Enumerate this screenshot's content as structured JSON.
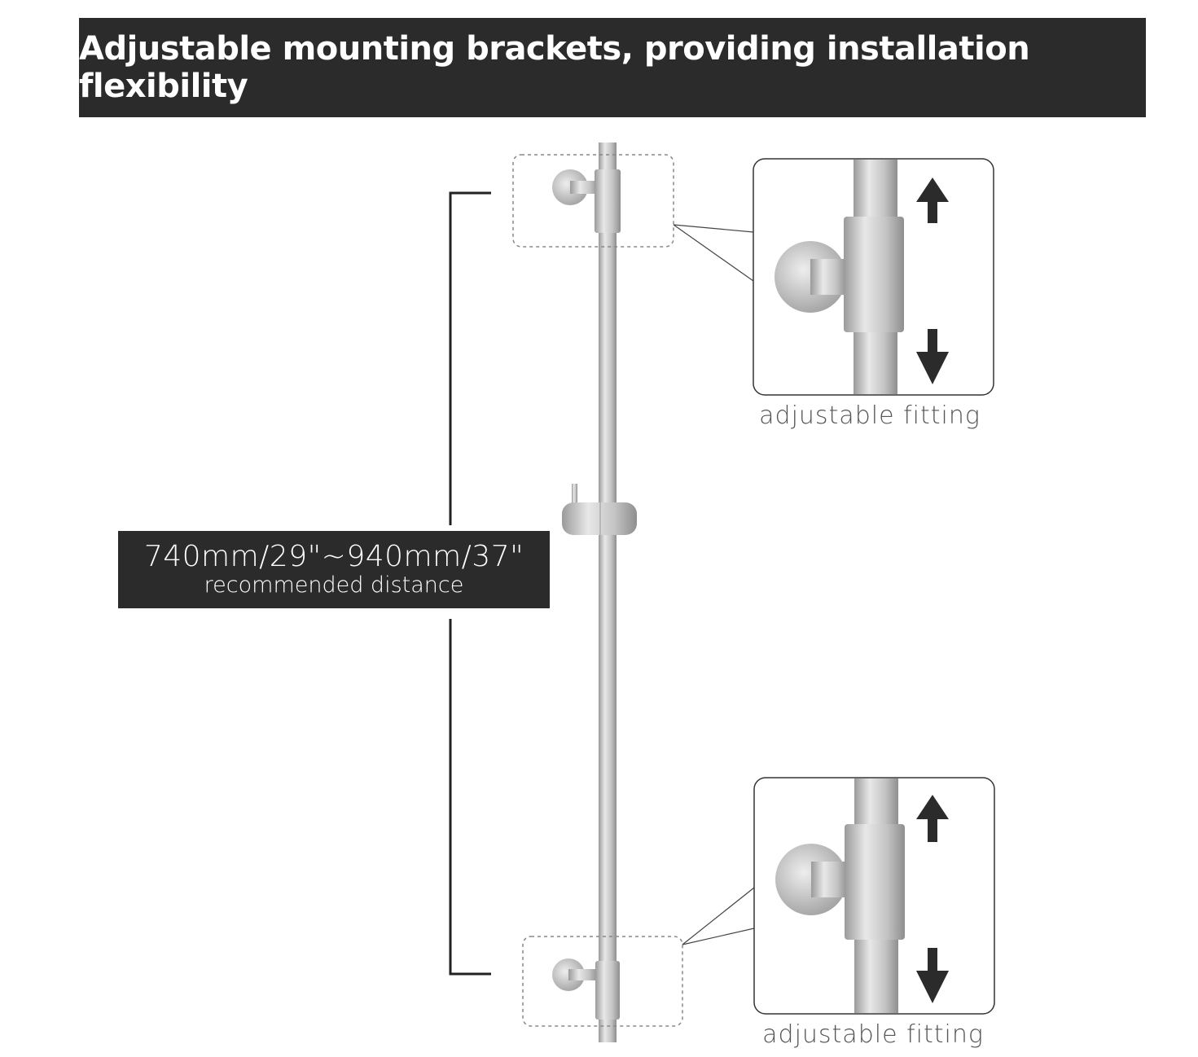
{
  "header": {
    "title": "Adjustable mounting brackets, providing installation flexibility"
  },
  "distance_label": {
    "range": "740mm/29\"~940mm/37\"",
    "caption": "recommended distance"
  },
  "detail_top": {
    "caption": "adjustable fitting"
  },
  "detail_bottom": {
    "caption": "adjustable fitting"
  },
  "colors": {
    "banner": "#2b2b2b",
    "metal": "#c9c9c9",
    "arrow": "#2b2b2b"
  }
}
